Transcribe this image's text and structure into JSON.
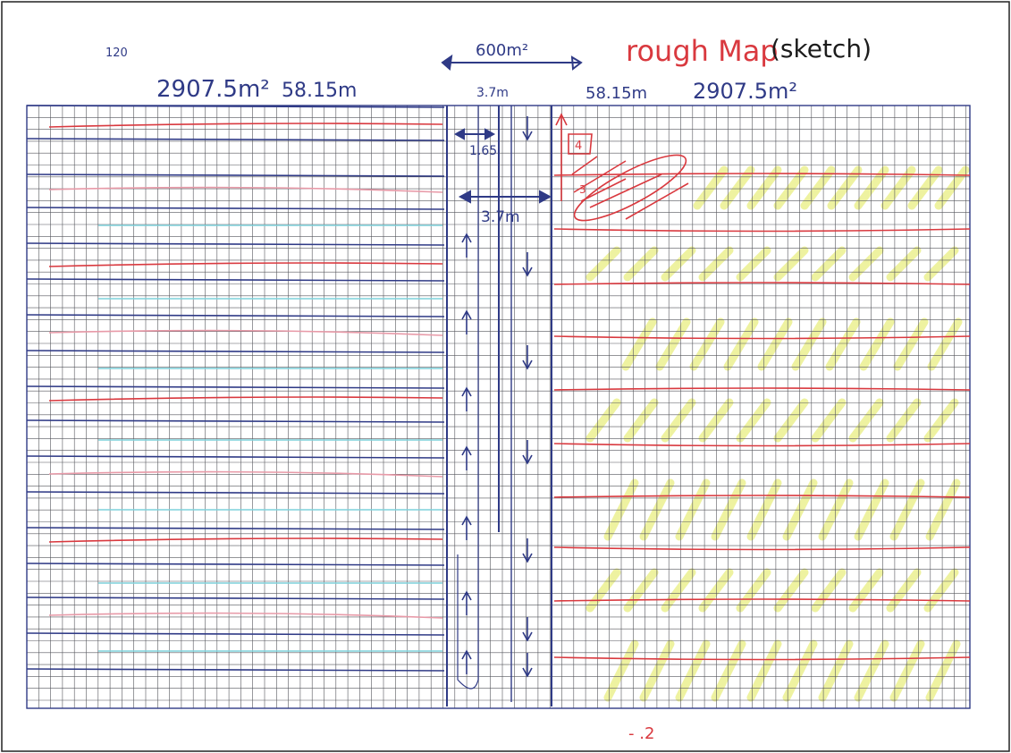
{
  "sketch": {
    "page_number": "120",
    "title_word": "rough Map",
    "title_paren": "(sketch)",
    "total_area": "600m²",
    "left_area": "2907.5m²",
    "left_length": "58.15m",
    "road_width": "3.7m",
    "right_length": "58.15m",
    "right_area": "2907.5m²",
    "median_gap": "1.65",
    "crossing_width": "3.7m",
    "mark_a": "4",
    "mark_b": "3",
    "footer_mark": "- .2",
    "colors": {
      "ink": "#2f3a86",
      "grid": "#55565c",
      "red": "#d9393f",
      "pink": "#e89aa8",
      "cyan": "#7fd2dc",
      "highlighter": "#eef2a0"
    }
  }
}
